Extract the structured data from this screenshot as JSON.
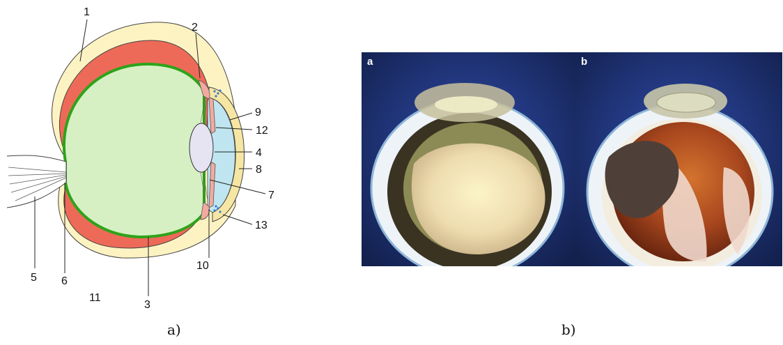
{
  "diagram": {
    "labels": [
      "1",
      "2",
      "3",
      "4",
      "5",
      "6",
      "7",
      "8",
      "9",
      "10",
      "11",
      "12",
      "13"
    ],
    "caption": "a)",
    "colors": {
      "sclera": "#fdf3c2",
      "choroid": "#ee6a58",
      "retina": "#2ea31a",
      "vitreous": "#d6f0c4",
      "aqueous": "#bfe6f0",
      "iris": "#f3aa9e",
      "lens": "#e6e4f2"
    }
  },
  "photos": {
    "panel_a_label": "a",
    "panel_b_label": "b",
    "caption": "b)"
  }
}
